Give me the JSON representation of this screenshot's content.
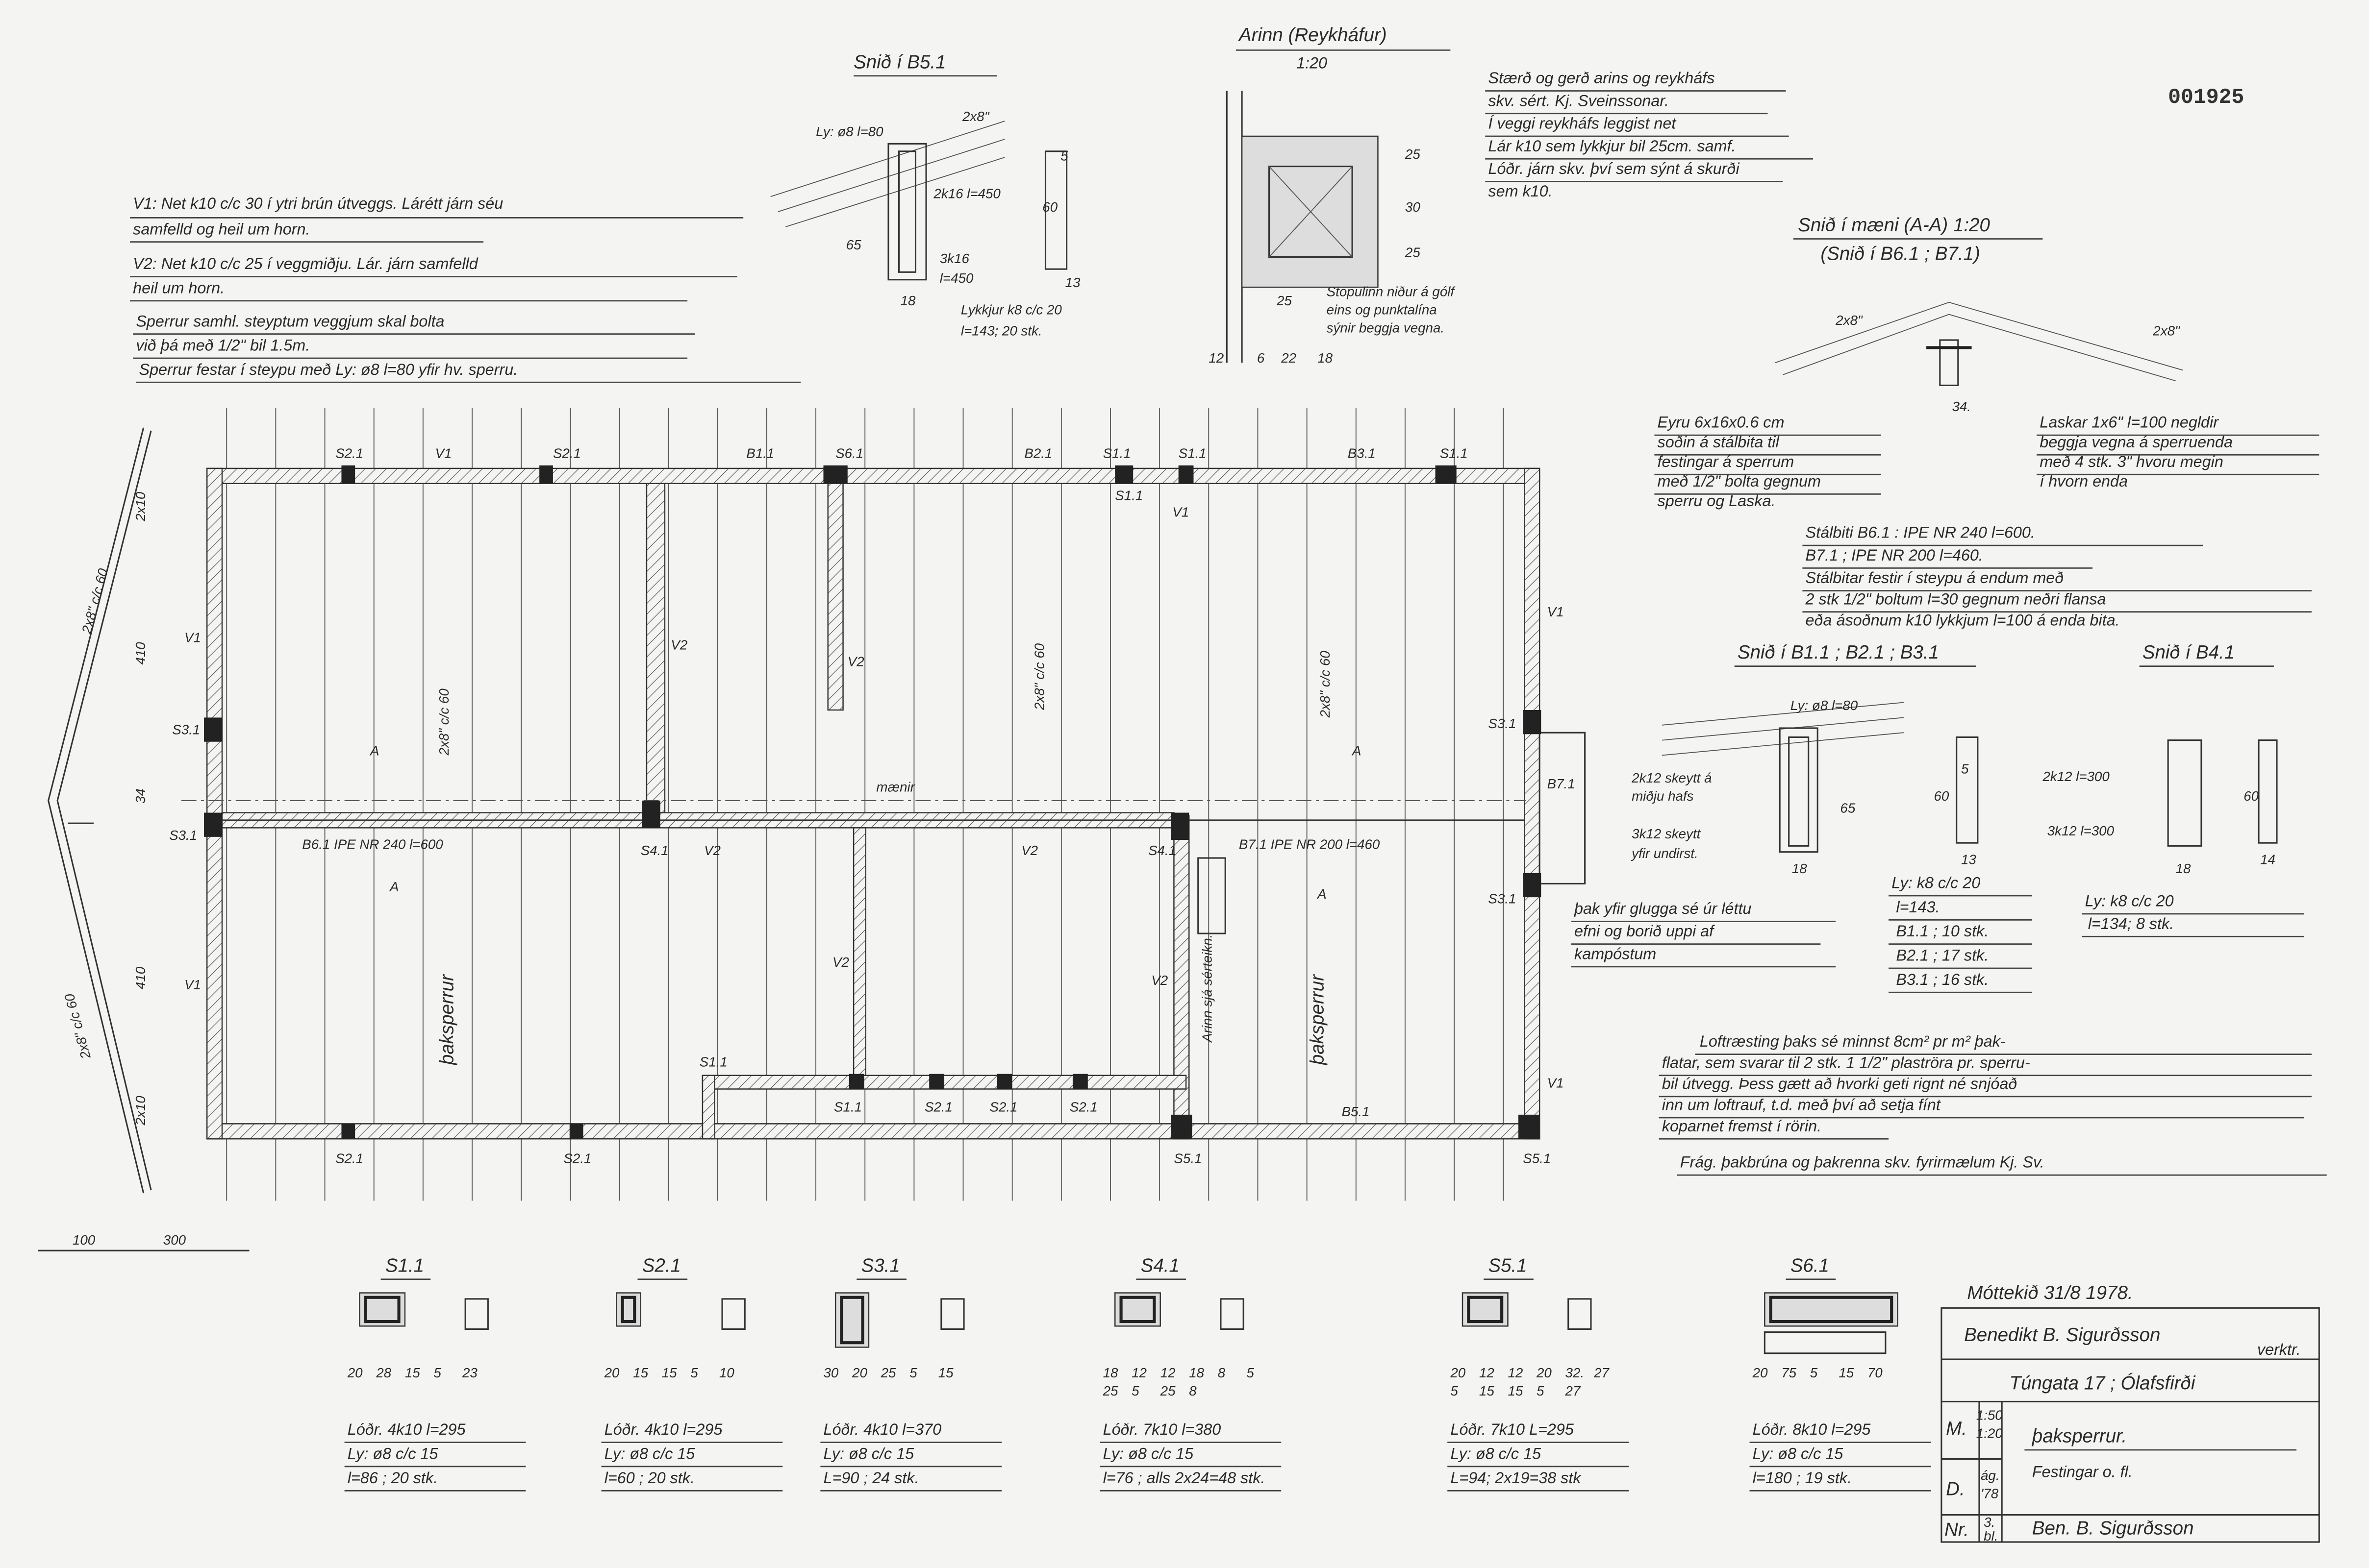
{
  "drawing_number": "001925",
  "notes_left": [
    "V1: Net k10 c/c 30 í ytri brún útveggs. Lárétt járn séu",
    "samfelld og heil um horn.",
    "V2: Net k10 c/c 25 í veggmiðju. Lár. járn samfelld",
    "heil um horn.",
    "Sperrur samhl. steyptum veggjum skal bolta",
    "við þá með 1/2\" bil 1.5m.",
    "Sperrur festar í steypu með Ly: ø8 l=80 yfir hv. sperru."
  ],
  "section_b51": {
    "title": "Snið í B5.1",
    "labels": [
      "Ly: ø8 l=80",
      "2x8\"",
      "2k16 l=450",
      "3k16",
      "l=450",
      "65",
      "18",
      "5",
      "60",
      "13",
      "Lykkjur k8 c/c 20",
      "l=143; 20 stk."
    ]
  },
  "chimney": {
    "title": "Arinn (Reykháfur)",
    "scale": "1:20",
    "dims": [
      "25",
      "30",
      "25",
      "25",
      "12",
      "6",
      "22",
      "18"
    ],
    "note": [
      "Stopulinn niður á gólf",
      "eins og punktalína",
      "sýnir beggja vegna."
    ]
  },
  "notes_chimney": [
    "Stærð og gerð arins og reykháfs",
    "skv. sért. Kj. Sveinssonar.",
    "Í veggi reykháfs leggist net",
    "Lár k10 sem lykkjur bil 25cm. samf.",
    "Lóðr. járn skv. því sem sýnt á skurði",
    "sem k10."
  ],
  "ridge_section": {
    "title": "Snið í mæni (A-A) 1:20",
    "subtitle": "(Snið í B6.1 ; B7.1)",
    "labels": [
      "2x8\"",
      "2x8\"",
      "34."
    ]
  },
  "notes_ears": [
    "Eyru 6x16x0.6 cm",
    "soðin á stálbita til",
    "festingar á sperrum",
    "með 1/2\" bolta gegnum",
    "sperru og Laska."
  ],
  "notes_laskar": [
    "Laskar 1x6\" l=100 negldir",
    "beggja vegna á sperruenda",
    "með 4 stk. 3\" hvoru megin",
    "í hvorn enda"
  ],
  "notes_steel": [
    "Stálbiti B6.1 : IPE NR 240 l=600.",
    "B7.1 ; IPE NR 200 l=460.",
    "Stálbitar festir í steypu á endum með",
    "2 stk 1/2\" boltum l=30 gegnum neðri flansa",
    "eða ásoðnum k10 lykkjum l=100 á enda bita."
  ],
  "section_b1": {
    "title": "Snið í B1.1 ; B2.1 ; B3.1",
    "labels": [
      "Ly: ø8 l=80",
      "2k12 skeytt á",
      "miðju hafs",
      "3k12 skeytt",
      "yfir undirst.",
      "5",
      "65",
      "60",
      "18",
      "13"
    ]
  },
  "list_b1": [
    "Ly: k8 c/c 20",
    "l=143.",
    "B1.1 ; 10 stk.",
    "B2.1 ; 17 stk.",
    "B3.1 ; 16 stk."
  ],
  "section_b4": {
    "title": "Snið í B4.1",
    "labels": [
      "2k12 l=300",
      "3k12 l=300",
      "60",
      "18",
      "14"
    ]
  },
  "list_b4": [
    "Ly: k8 c/c 20",
    "l=134; 8 stk."
  ],
  "notes_window": [
    "þak yfir glugga sé úr léttu",
    "efni og borið uppi af",
    "kampóstum"
  ],
  "notes_vent": [
    "Loftræsting þaks sé minnst 8cm² pr m² þak-",
    "flatar, sem svarar til 2 stk. 1 1/2\" plaströra pr. sperru-",
    "bil útvegg. Þess gætt að hvorki geti rignt né snjóað",
    "inn um loftrauf, t.d. með því að setja fínt",
    "koparnet fremst í rörin."
  ],
  "note_finish": "Frág. þakbrúna og þakrenna skv. fyrirmælum Kj. Sv.",
  "plan": {
    "top_labels": [
      "S2.1",
      "V1",
      "S2.1",
      "B1.1",
      "S6.1",
      "B2.1",
      "S1.1",
      "S1.1",
      "B3.1",
      "S1.1"
    ],
    "bottom_labels": [
      "S2.1",
      "S2.1",
      "S1.1",
      "S1.1",
      "S2.1",
      "S2.1",
      "S2.1",
      "S5.1",
      "B5.1",
      "S5.1"
    ],
    "side_labels": [
      "V1",
      "S3.1",
      "S3.1",
      "V1",
      "V1",
      "S3.1",
      "B7.1",
      "S3.1",
      "V1"
    ],
    "interior_labels": [
      "V2",
      "V2",
      "V2",
      "V2",
      "V2",
      "V2",
      "S4.1",
      "S4.1",
      "S1.1",
      "V1"
    ],
    "beam_b6": "B6.1  IPE NR 240  l=600",
    "beam_b7": "B7.1  IPE NR 200  l=460",
    "ridge": "mænir",
    "rafters": [
      "2x8\" c/c 60",
      "2x8\" c/c 60",
      "2x8\" c/c 60"
    ],
    "section_marks": [
      "A",
      "A",
      "A",
      "A"
    ],
    "roof_labels": [
      "þaksperrur",
      "þaksperrur"
    ],
    "chimney_note": "Arinn sjá sérteikn."
  },
  "gable": {
    "labels": [
      "2x8\" c/c 60",
      "2x8\" c/c 60",
      "2x10",
      "2x10",
      "410",
      "410",
      "34",
      "100",
      "300"
    ]
  },
  "columns": [
    {
      "name": "S1.1",
      "dims": [
        "20",
        "28",
        "15",
        "5",
        "23"
      ],
      "spec": [
        "Lóðr. 4k10 l=295",
        "Ly: ø8 c/c 15",
        "l=86 ; 20 stk."
      ]
    },
    {
      "name": "S2.1",
      "dims": [
        "20",
        "15",
        "15",
        "5",
        "10"
      ],
      "spec": [
        "Lóðr. 4k10 l=295",
        "Ly: ø8 c/c 15",
        "l=60 ; 20 stk."
      ]
    },
    {
      "name": "S3.1",
      "dims": [
        "30",
        "20",
        "25",
        "5",
        "15"
      ],
      "spec": [
        "Lóðr. 4k10 l=370",
        "Ly: ø8 c/c 15",
        "L=90 ; 24 stk."
      ]
    },
    {
      "name": "S4.1",
      "dims": [
        "18",
        "12",
        "12",
        "18",
        "8",
        "5",
        "25",
        "5",
        "25",
        "8"
      ],
      "spec": [
        "Lóðr. 7k10 l=380",
        "Ly: ø8 c/c 15",
        "l=76 ; alls 2x24=48 stk."
      ]
    },
    {
      "name": "S5.1",
      "dims": [
        "20",
        "12",
        "12",
        "20",
        "32.",
        "27",
        "5",
        "15",
        "15",
        "5",
        "27"
      ],
      "spec": [
        "Lóðr. 7k10 L=295",
        "Ly: ø8 c/c 15",
        "L=94; 2x19=38 stk"
      ]
    },
    {
      "name": "S6.1",
      "dims": [
        "20",
        "75",
        "5",
        "15",
        "70"
      ],
      "spec": [
        "Lóðr. 8k10 l=295",
        "Ly: ø8 c/c 15",
        "l=180 ; 19 stk."
      ]
    }
  ],
  "received": "Móttekið 31/8 1978.",
  "title_block": {
    "designer": "Benedikt B. Sigurðsson",
    "designer_role": "verktr.",
    "project": "Túngata 17 ; Ólafsfirði",
    "m_label": "M.",
    "scale": [
      "1:50",
      "1:20"
    ],
    "d_label": "D.",
    "date": [
      "ág.",
      "'78"
    ],
    "nr_label": "Nr.",
    "sheet": [
      "3.",
      "bl."
    ],
    "drawing_title": "þaksperrur.",
    "drawing_subtitle": "Festingar o. fl.",
    "signature": "Ben. B. Sigurðsson"
  }
}
